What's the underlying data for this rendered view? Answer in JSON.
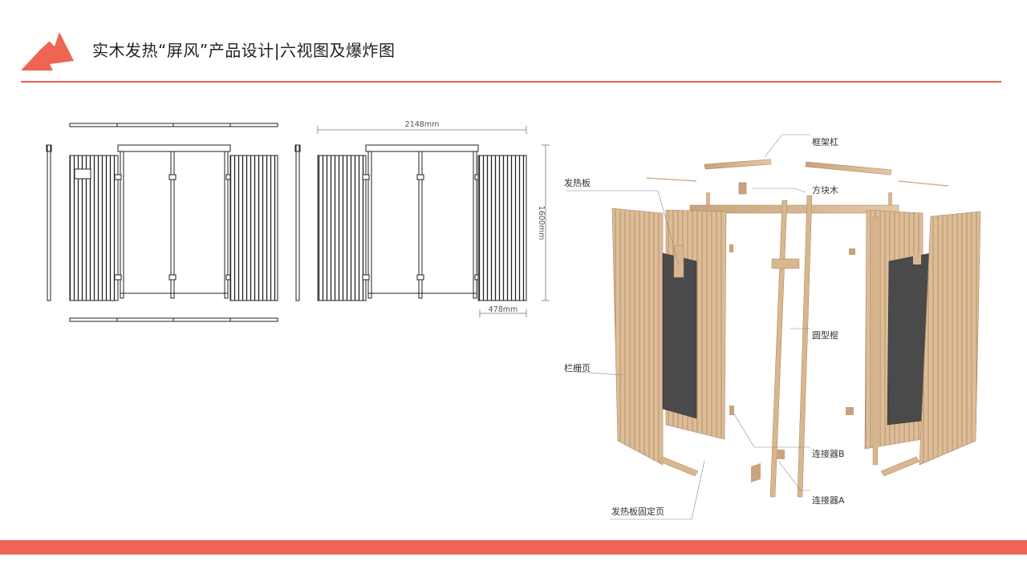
{
  "header": {
    "title": "实木发热“屏风”产品设计|六视图及爆炸图"
  },
  "colors": {
    "accent": "#ef6553",
    "wood": "#d9b893",
    "wood_dark": "#b8916a",
    "panel": "#4a4a4a"
  },
  "dimensions": {
    "width": "2148mm",
    "height": "1600mm",
    "depth": "478mm"
  },
  "labels": {
    "frame_bar": "框架杠",
    "square_block": "方块木",
    "heating_panel": "发热板",
    "round_rod": "圆型棍",
    "grille_page": "栏栅页",
    "connector_b": "连接器B",
    "connector_a": "连接器A",
    "heating_panel_fixing_page": "发热板固定页"
  }
}
